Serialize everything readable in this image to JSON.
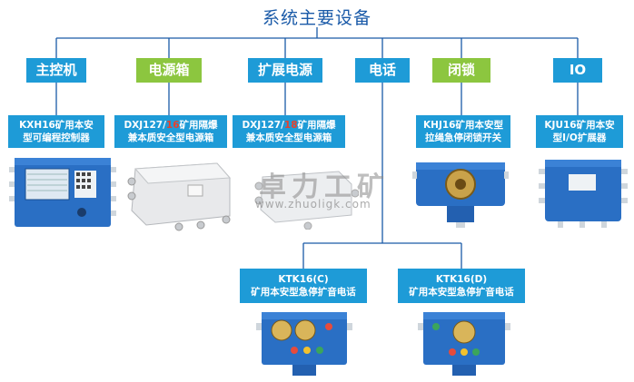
{
  "title": "系统主要设备",
  "categories": [
    {
      "label": "主控机",
      "color": "#1e9bd7"
    },
    {
      "label": "电源箱",
      "color": "#8cc63f"
    },
    {
      "label": "扩展电源",
      "color": "#1e9bd7"
    },
    {
      "label": "电话",
      "color": "#1e9bd7"
    },
    {
      "label": "闭锁",
      "color": "#8cc63f"
    },
    {
      "label": "IO",
      "color": "#1e9bd7"
    }
  ],
  "devices": {
    "controller": {
      "line1": "KXH16矿用本安",
      "line2": "型可编程控制器"
    },
    "power_box": {
      "line1_pre": "DXJ127/",
      "line1_hl": "16",
      "line1_post": "矿用隔爆",
      "line2": "兼本质安全型电源箱"
    },
    "ext_power": {
      "line1_pre": "DXJ127/",
      "line1_hl": "18",
      "line1_post": "矿用隔爆",
      "line2": "兼本质安全型电源箱"
    },
    "lock": {
      "line1": "KHJ16矿用本安型",
      "line2": "拉绳急停闭锁开关"
    },
    "io": {
      "line1": "KJU16矿用本安",
      "line2": "型I/O扩展器"
    },
    "phone_c": {
      "line1": "KTK16(C)",
      "line2": "矿用本安型急停扩音电话"
    },
    "phone_d": {
      "line1": "KTK16(D)",
      "line2": "矿用本安型急停扩音电话"
    }
  },
  "watermark": {
    "text": "卓力工矿",
    "url": "www.zhuoligk.com"
  },
  "colors": {
    "accent_blue": "#1e9bd7",
    "accent_green": "#8cc63f",
    "highlight_red": "#e8412b",
    "device_blue": "#2a6fc4"
  }
}
